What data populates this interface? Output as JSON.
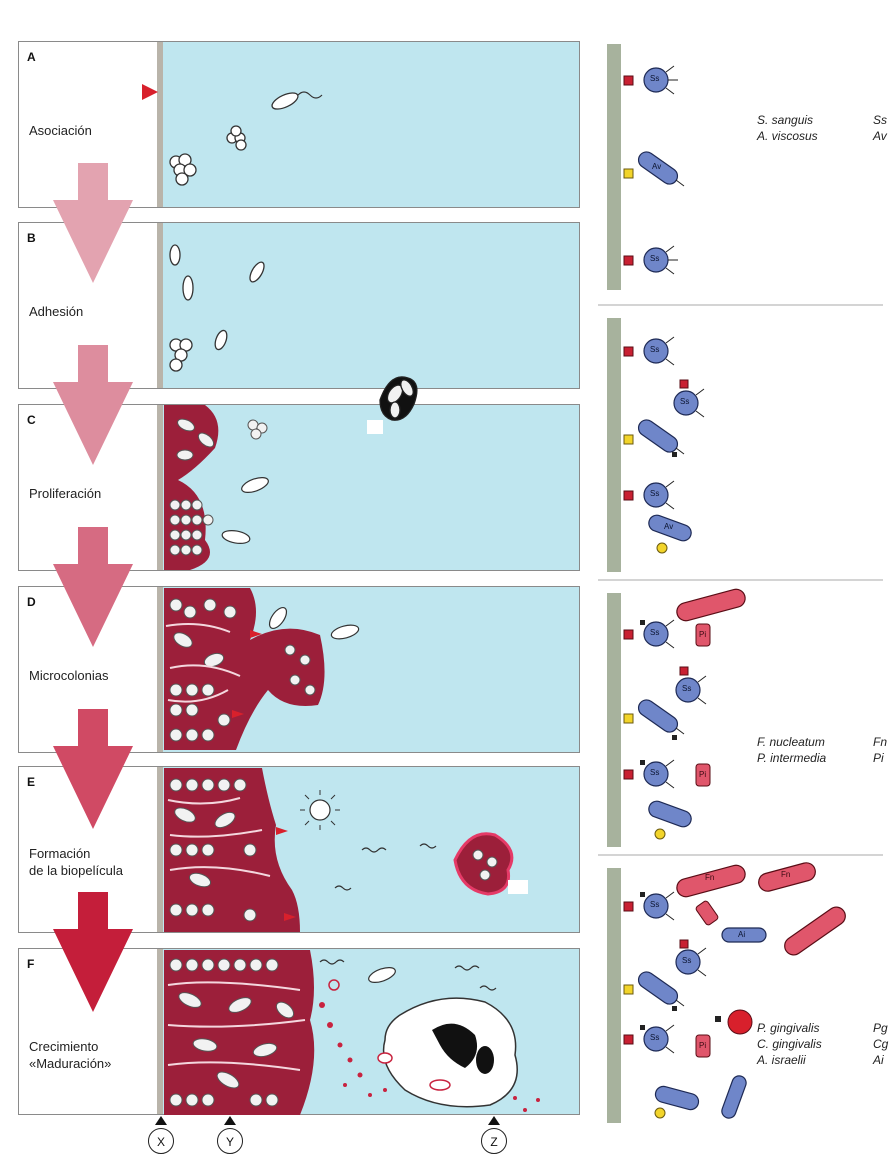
{
  "panels": [
    {
      "letter": "A",
      "label": "Asociación"
    },
    {
      "letter": "B",
      "label": "Adhesión"
    },
    {
      "letter": "C",
      "label": "Proliferación"
    },
    {
      "letter": "D",
      "label": "Microcolonias"
    },
    {
      "letter": "E",
      "label_line1": "Formación",
      "label_line2": "de la biopelícula"
    },
    {
      "letter": "F",
      "label_line1": "Crecimiento",
      "label_line2": "«Maduración»"
    }
  ],
  "legend": {
    "group1": [
      {
        "name": "S. sanguis",
        "abbr": "Ss"
      },
      {
        "name": "A. viscosus",
        "abbr": "Av"
      }
    ],
    "group2": [
      {
        "name": "F. nucleatum",
        "abbr": "Fn"
      },
      {
        "name": "P. intermedia",
        "abbr": "Pi"
      }
    ],
    "group3": [
      {
        "name": "P. gingivalis",
        "abbr": "Pg"
      },
      {
        "name": "C. gingivalis",
        "abbr": "Cg"
      },
      {
        "name": "A. israelii",
        "abbr": "Ai"
      }
    ]
  },
  "cell_tags": {
    "ss": "Ss",
    "av": "Av",
    "pi": "Pi",
    "fn": "Fn",
    "ai": "Ai"
  },
  "markers": {
    "x": "X",
    "y": "Y",
    "z": "Z"
  },
  "colors": {
    "water": "#bfe6ef",
    "matrix": "#9c1f3a",
    "arrow_light": "#e3a3b0",
    "arrow_dark": "#c41e3a",
    "cell_blue": "#6f86c9",
    "cell_red": "#e0566b",
    "tooth": "#a7b29d"
  }
}
